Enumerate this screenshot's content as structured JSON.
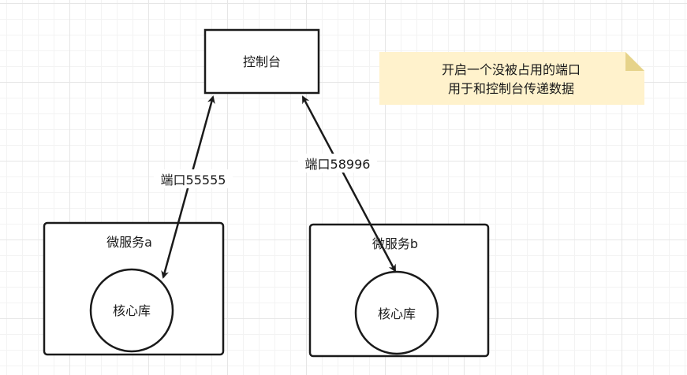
{
  "console": {
    "label": "控制台"
  },
  "services": [
    {
      "label": "微服务a",
      "core_label": "核心库"
    },
    {
      "label": "微服务b",
      "core_label": "核心库"
    }
  ],
  "connections": [
    {
      "label": "端口55555"
    },
    {
      "label": "端口58996"
    }
  ],
  "note": {
    "lines": [
      "开启一个没被占用的端口",
      "用于和控制台传递数据"
    ],
    "fill_color": "#fff2cc",
    "fold_color": "#e6d38a"
  },
  "colors": {
    "stroke": "#1a1a1a",
    "background": "#ffffff"
  }
}
